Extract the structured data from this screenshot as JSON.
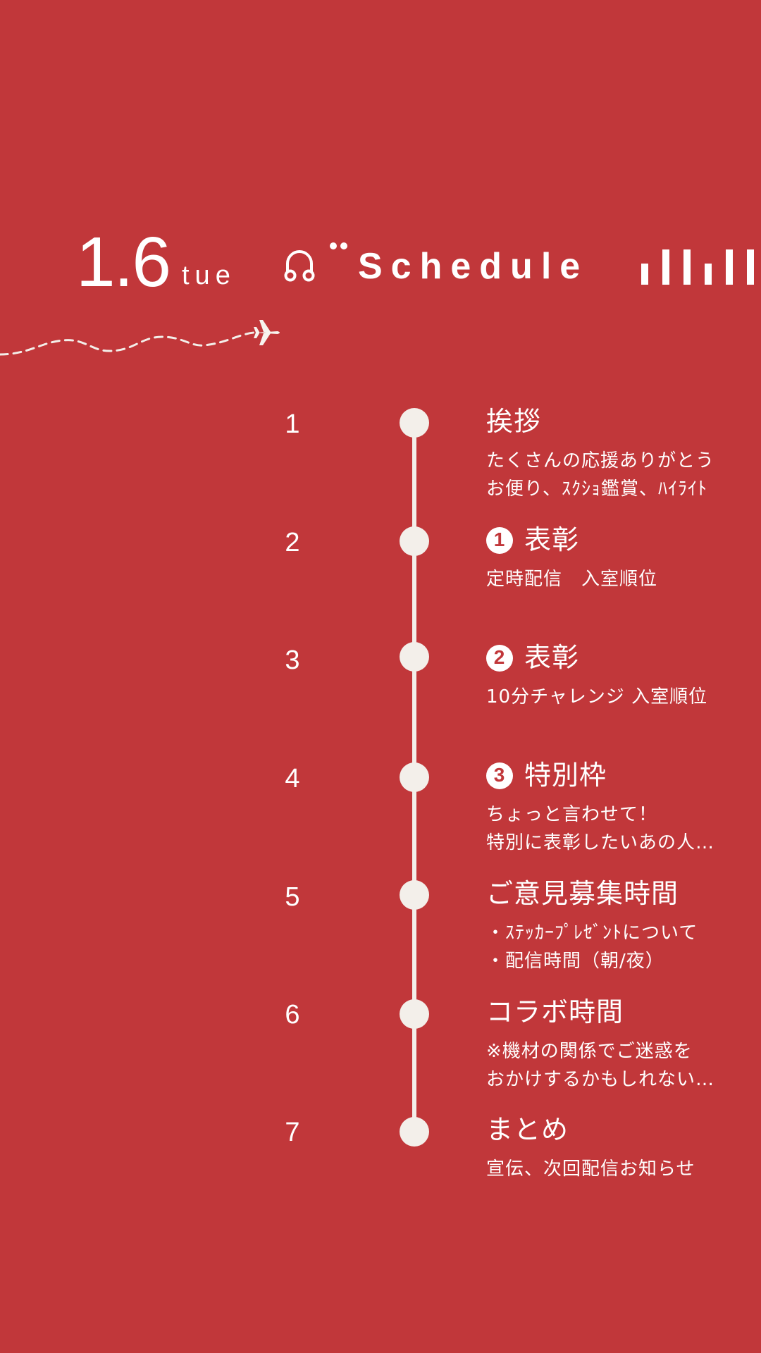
{
  "header": {
    "date": "1.6",
    "weekday": "tue",
    "title": "Schedule",
    "icons": [
      "headphone-icon",
      "dots-icon",
      "bars-icon",
      "airplane-icon"
    ]
  },
  "colors": {
    "background": "#c1373a",
    "accent": "#f3efea",
    "text": "#ffffff"
  },
  "schedule": [
    {
      "number": "1",
      "badge": "",
      "title": "挨拶",
      "lines": [
        "たくさんの応援ありがとう",
        "お便り、ｽｸｼｮ鑑賞、ﾊｲﾗｲﾄ"
      ]
    },
    {
      "number": "2",
      "badge": "1",
      "title": "表彰",
      "lines": [
        "定時配信　入室順位"
      ]
    },
    {
      "number": "3",
      "badge": "2",
      "title": "表彰",
      "lines": [
        "10分チャレンジ 入室順位"
      ]
    },
    {
      "number": "4",
      "badge": "3",
      "title": "特別枠",
      "lines": [
        "ちょっと言わせて！",
        "特別に表彰したいあの人…"
      ]
    },
    {
      "number": "5",
      "badge": "",
      "title": "ご意見募集時間",
      "lines": [
        "・ｽﾃｯｶｰﾌﾟﾚｾﾞﾝﾄについて",
        "・配信時間（朝/夜）"
      ]
    },
    {
      "number": "6",
      "badge": "",
      "title": "コラボ時間",
      "lines": [
        "※機材の関係でご迷惑を",
        "おかけするかもしれない…"
      ]
    },
    {
      "number": "7",
      "badge": "",
      "title": "まとめ",
      "lines": [
        "宣伝、次回配信お知らせ"
      ]
    }
  ]
}
